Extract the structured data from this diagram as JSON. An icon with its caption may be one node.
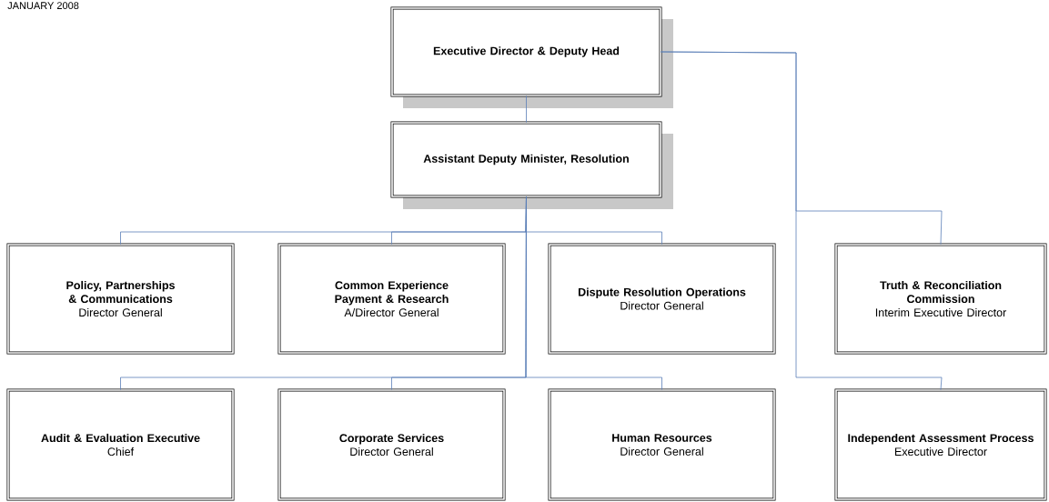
{
  "diagram": {
    "nodes": [
      {
        "text": [
          "Executive Director & Deputy Head"
        ]
      },
      {
        "text": [
          "Assistant Deputy Minister, Resolution"
        ]
      },
      {
        "text": [
          "Policy, Partnerships & Communications",
          "Director General"
        ]
      },
      {
        "text": [
          "Common Experience Payment & Research",
          "A/Director General"
        ]
      },
      {
        "text": [
          "Dispute Resolution Operations",
          "Director General"
        ]
      },
      {
        "text": [
          "Truth & Reconciliation Commission",
          "Interim Executive Director"
        ]
      },
      {
        "text": [
          "Audit & Evaluation Executive",
          "Chief"
        ]
      },
      {
        "text": [
          "Corporate Services",
          "Director General"
        ]
      },
      {
        "text": [
          "Human Resources",
          "Director General"
        ]
      },
      {
        "text": [
          "Independent Assessment Process",
          "Executive Director"
        ]
      }
    ],
    "edges": [
      {
        "from": 0,
        "to": 1,
        "arrow": "none"
      },
      {
        "from": 0,
        "to": 5,
        "arrow": "none"
      },
      {
        "from": 0,
        "to": 9,
        "arrow": "none"
      },
      {
        "from": 1,
        "to": 2,
        "arrow": "none"
      },
      {
        "from": 1,
        "to": 3,
        "arrow": "none"
      },
      {
        "from": 1,
        "to": 4,
        "arrow": "none"
      },
      {
        "from": 1,
        "to": 6,
        "arrow": "none"
      },
      {
        "from": 1,
        "to": 7,
        "arrow": "none"
      },
      {
        "from": 1,
        "to": 8,
        "arrow": "none"
      }
    ],
    "labels": [
      "JANUARY 2008"
    ]
  }
}
